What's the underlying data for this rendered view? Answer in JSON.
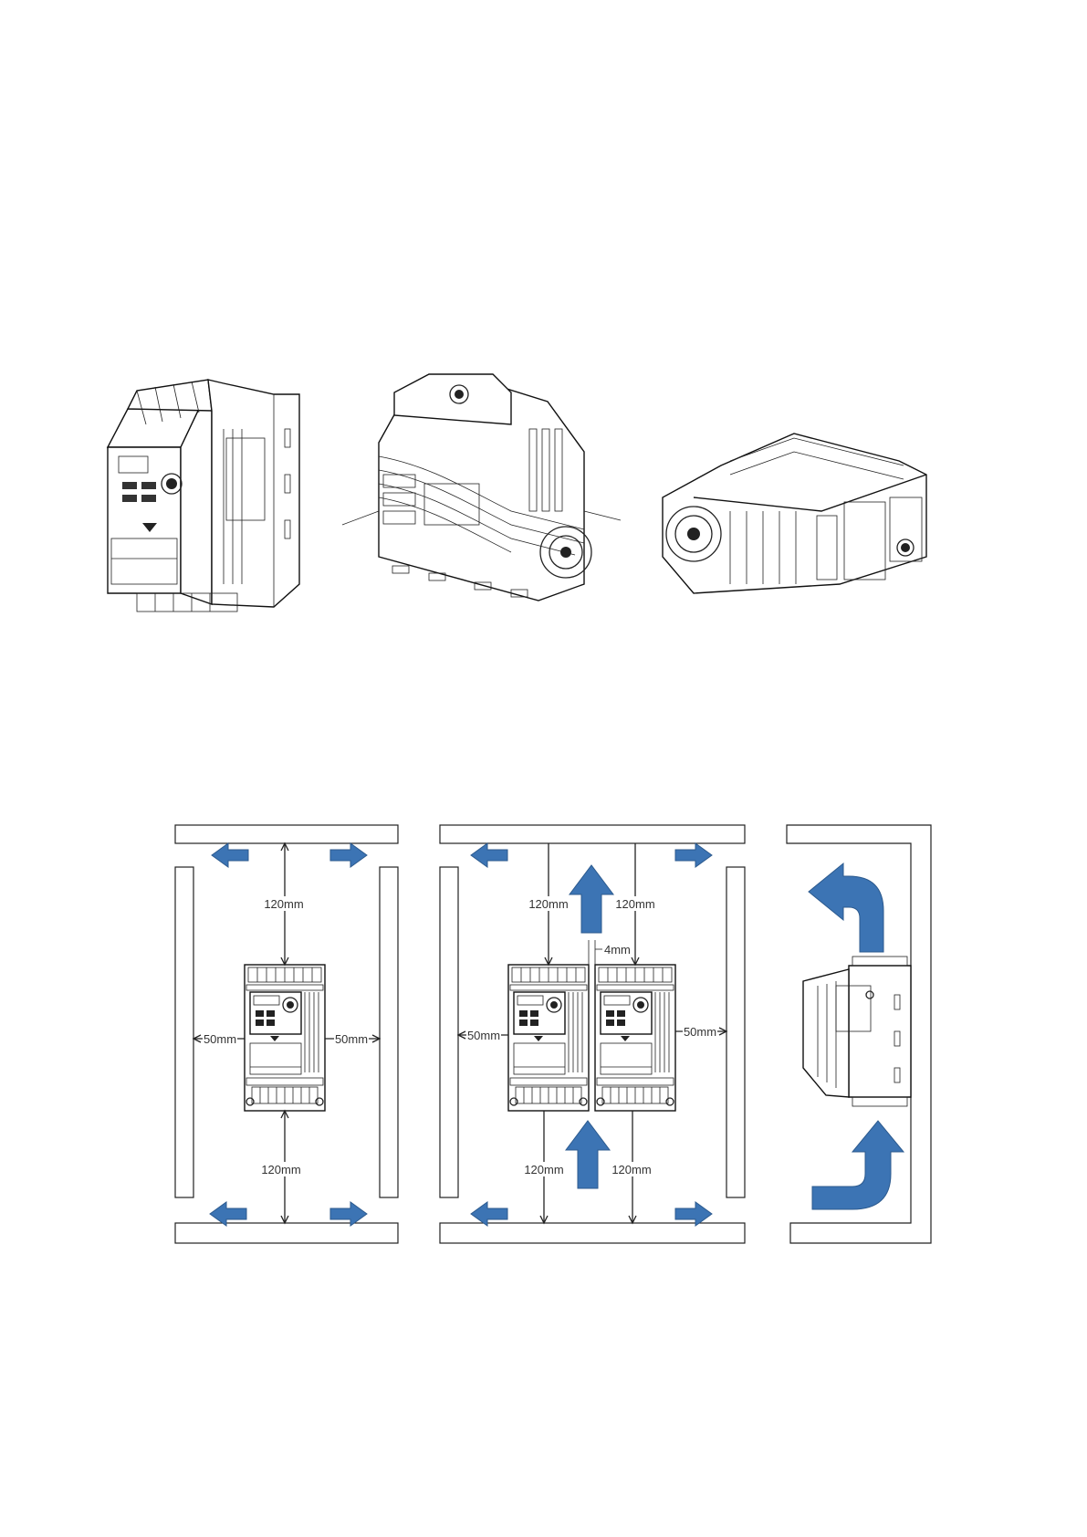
{
  "page": {
    "background": "#ffffff"
  },
  "colors": {
    "arrow": "#3c74b4",
    "arrow_stroke": "#2c5a8e",
    "line": "#222222"
  },
  "product_views": [
    {
      "name": "front-isometric-view"
    },
    {
      "name": "side-isometric-view"
    },
    {
      "name": "rear-isometric-view"
    }
  ],
  "clearance": {
    "single": {
      "top": "120mm",
      "bottom": "120mm",
      "left": "50mm",
      "right": "50mm"
    },
    "side_by_side": {
      "top_left": "120mm",
      "top_right": "120mm",
      "gap": "4mm",
      "bottom_left": "120mm",
      "bottom_right": "120mm",
      "left": "50mm",
      "right": "50mm"
    }
  }
}
